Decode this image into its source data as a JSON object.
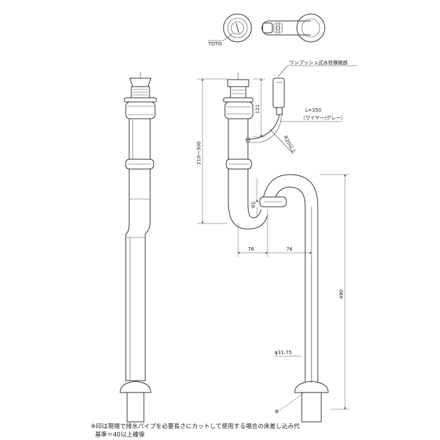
{
  "labels": {
    "brand": "TOTO",
    "valve_name": "ワンプッシュ式水栓横継部",
    "wire_length": "L=350",
    "wire_desc": "（ワイヤー/グレー）",
    "bend_radius": "R20以上",
    "dim_height_range": "210～300",
    "dim_121": "121",
    "dim_91": "91",
    "dim_76_left": "76",
    "dim_76_right": "76",
    "dim_490": "490",
    "diameter": "φ31.75",
    "mark": "※"
  },
  "notes": {
    "line1": "※印は現場で排水パイプを必要長さにカットして使用する場合の床差し込み代",
    "line2": "基準＝40以上確保"
  }
}
